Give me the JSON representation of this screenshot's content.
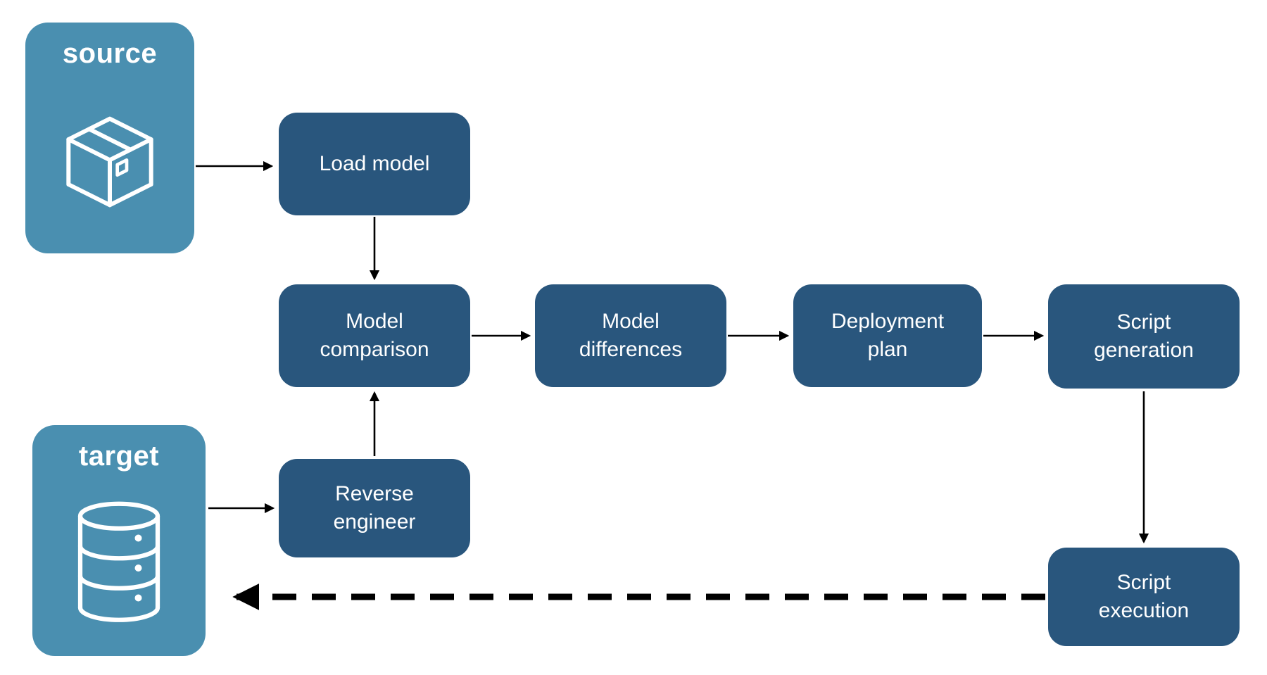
{
  "diagram": {
    "endpoints": {
      "source": {
        "label": "source",
        "icon": "package-icon"
      },
      "target": {
        "label": "target",
        "icon": "database-icon"
      }
    },
    "steps": {
      "load_model": "Load model",
      "model_comparison": "Model comparison",
      "model_differences": "Model differences",
      "deployment_plan": "Deployment plan",
      "script_generation": "Script generation",
      "reverse_engineer": "Reverse engineer",
      "script_execution": "Script execution"
    },
    "edges": [
      {
        "from": "source",
        "to": "load_model",
        "style": "solid"
      },
      {
        "from": "load_model",
        "to": "model_comparison",
        "style": "solid"
      },
      {
        "from": "model_comparison",
        "to": "model_differences",
        "style": "solid"
      },
      {
        "from": "model_differences",
        "to": "deployment_plan",
        "style": "solid"
      },
      {
        "from": "deployment_plan",
        "to": "script_generation",
        "style": "solid"
      },
      {
        "from": "script_generation",
        "to": "script_execution",
        "style": "solid"
      },
      {
        "from": "target",
        "to": "reverse_engineer",
        "style": "solid"
      },
      {
        "from": "reverse_engineer",
        "to": "model_comparison",
        "style": "solid"
      },
      {
        "from": "script_execution",
        "to": "target",
        "style": "dashed"
      }
    ],
    "colors": {
      "endpoint_fill": "#4a8fb0",
      "step_fill": "#29567d",
      "label_text": "#ffffff",
      "arrow": "#000000",
      "background": "#ffffff"
    }
  }
}
